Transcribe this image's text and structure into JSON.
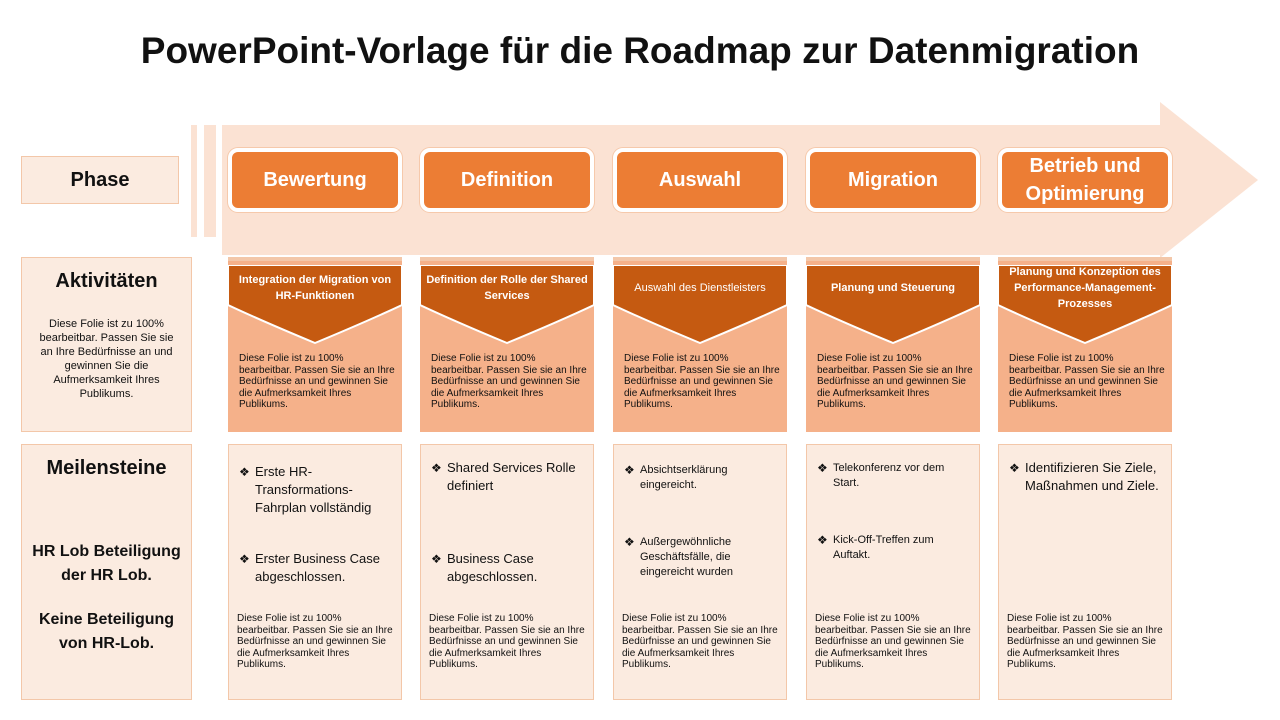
{
  "title": "PowerPoint-Vorlage für die Roadmap zur Datenmigration",
  "left": {
    "phase": "Phase",
    "activities": "Aktivitäten",
    "activities_text": "Diese Folie ist zu 100% bearbeitbar. Passen Sie sie an Ihre Bedürfnisse an und gewinnen Sie die Aufmerksamkeit Ihres Publikums.",
    "milestones": "Meilensteine",
    "hr_involvement": "HR Lob Beteiligung der HR Lob.",
    "no_involvement": "Keine Beteiligung von HR-Lob."
  },
  "body_text": "Diese Folie ist zu 100% bearbeitbar. Passen Sie sie an Ihre Bedürfnisse an und gewinnen Sie die Aufmerksamkeit Ihres Publikums.",
  "columns": [
    {
      "phase": "Bewertung",
      "activity": "Integration der Migration von HR-Funktionen",
      "milestones": [
        "Erste HR-Transformations-Fahrplan vollständig",
        "Erster Business Case abgeschlossen."
      ]
    },
    {
      "phase": "Definition",
      "activity": "Definition der Rolle der Shared Services",
      "milestones": [
        "Shared Services Rolle definiert",
        "Business Case abgeschlossen."
      ]
    },
    {
      "phase": "Auswahl",
      "activity": "Auswahl des Dienstleisters",
      "milestones": [
        "Absichtserklärung eingereicht.",
        "Außergewöhnliche Geschäftsfälle, die eingereicht wurden"
      ]
    },
    {
      "phase": "Migration",
      "activity": "Planung und Steuerung",
      "milestones": [
        "Telekonferenz vor dem Start.",
        "Kick-Off-Treffen zum Auftakt."
      ]
    },
    {
      "phase": "Betrieb und Optimierung",
      "activity": "Planung und Konzeption des Performance-Management-Prozesses",
      "milestones": [
        "Identifizieren Sie Ziele, Maßnahmen und Ziele."
      ]
    }
  ],
  "colors": {
    "orange": "#ec7d34",
    "dark_orange": "#c55a11",
    "light": "#fbebe0",
    "mid": "#f5b18a"
  }
}
